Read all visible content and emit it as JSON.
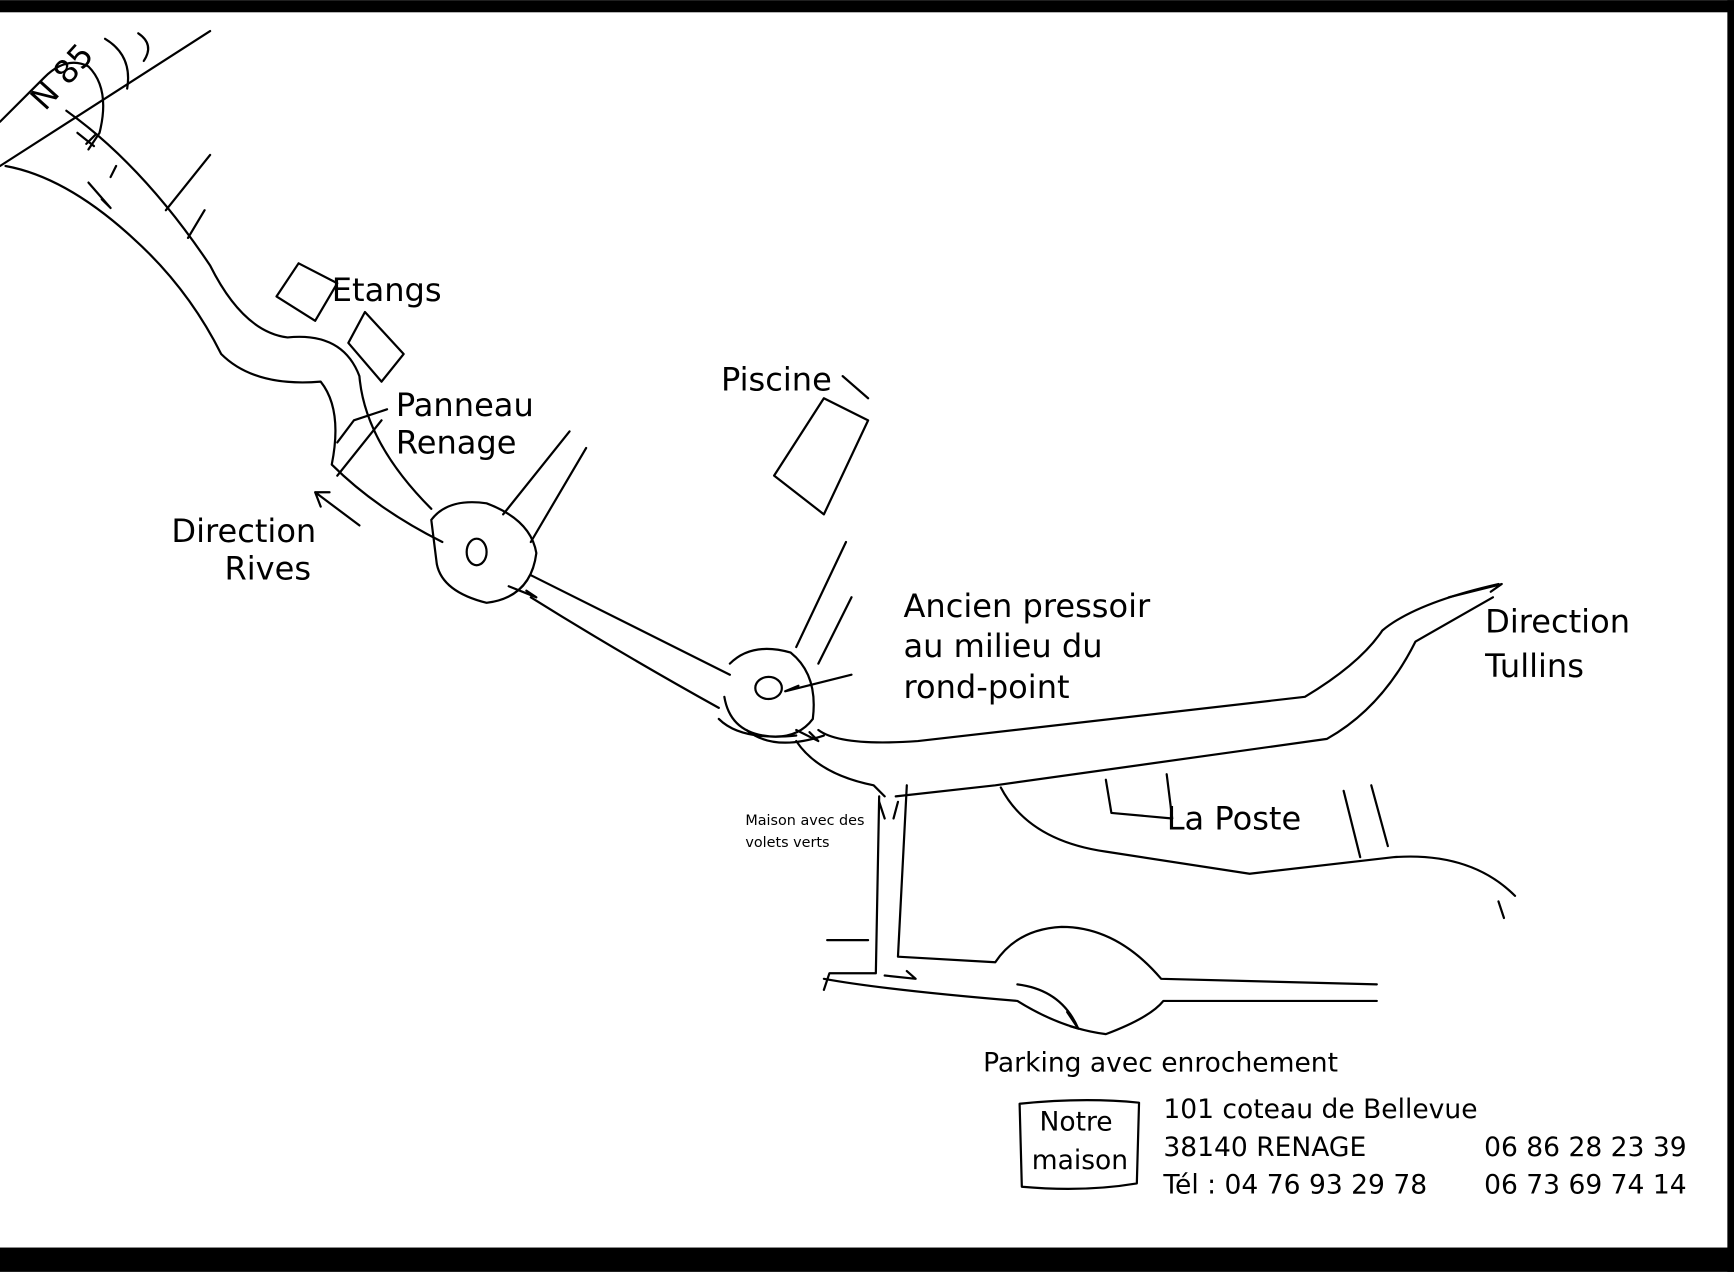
{
  "map": {
    "road_label": "N 85",
    "labels": {
      "etangs": "Etangs",
      "panneau_line1": "Panneau",
      "panneau_line2": "Renage",
      "direction_rives_line1": "Direction",
      "direction_rives_line2": "Rives",
      "piscine": "Piscine",
      "pressoir_line1": "Ancien pressoir",
      "pressoir_line2": "au milieu du",
      "pressoir_line3": "rond-point",
      "direction_tullins_line1": "Direction",
      "direction_tullins_line2": "Tullins",
      "la_poste": "La Poste",
      "maison_volets_line1": "Maison avec des",
      "maison_volets_line2": "volets verts",
      "parking": "Parking avec enrochement"
    },
    "house_box": {
      "line1": "Notre",
      "line2": "maison"
    },
    "address": {
      "street": "101 coteau de Bellevue",
      "city": "38140 RENAGE",
      "phone": "Tél : 04 76 93 29 78",
      "mobile1": "06 86 28 23 39",
      "mobile2": "06 73 69 74 14"
    }
  }
}
